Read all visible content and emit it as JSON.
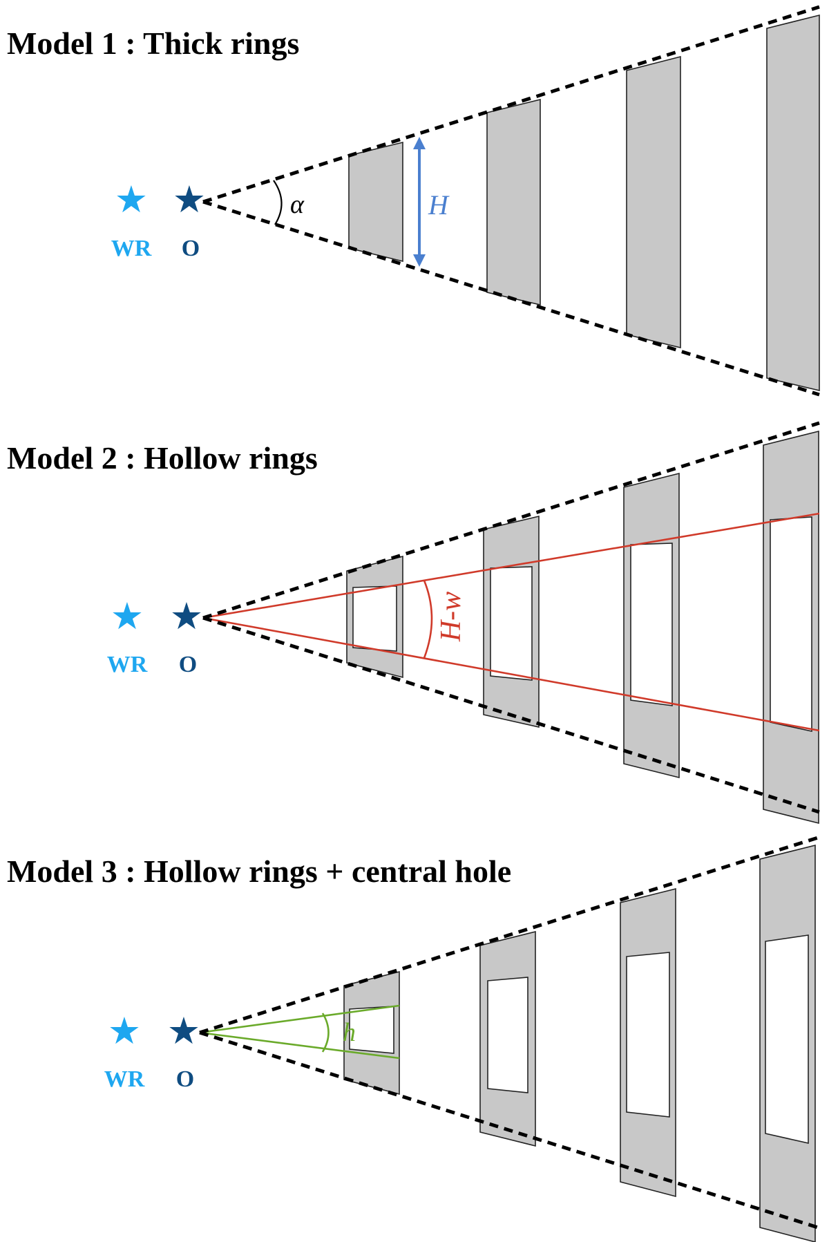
{
  "models": [
    {
      "title": "Model 1 : Thick rings",
      "stars": {
        "wr_label": "WR",
        "o_label": "O"
      },
      "labels": {
        "angle": "α",
        "height": "H"
      }
    },
    {
      "title": "Model 2 : Hollow rings",
      "stars": {
        "wr_label": "WR",
        "o_label": "O"
      },
      "labels": {
        "inner_angle": "H-w"
      }
    },
    {
      "title": "Model 3 : Hollow rings + central hole",
      "stars": {
        "wr_label": "WR",
        "o_label": "O"
      },
      "labels": {
        "hole_angle": "h"
      }
    }
  ],
  "colors": {
    "wr_star": "#1ea7f0",
    "o_star": "#0f4c81",
    "height_arrow": "#4a7fcf",
    "inner_cone": "#d03a2a",
    "hole_cone": "#6aaa2a",
    "ring_fill": "#c8c8c8"
  }
}
